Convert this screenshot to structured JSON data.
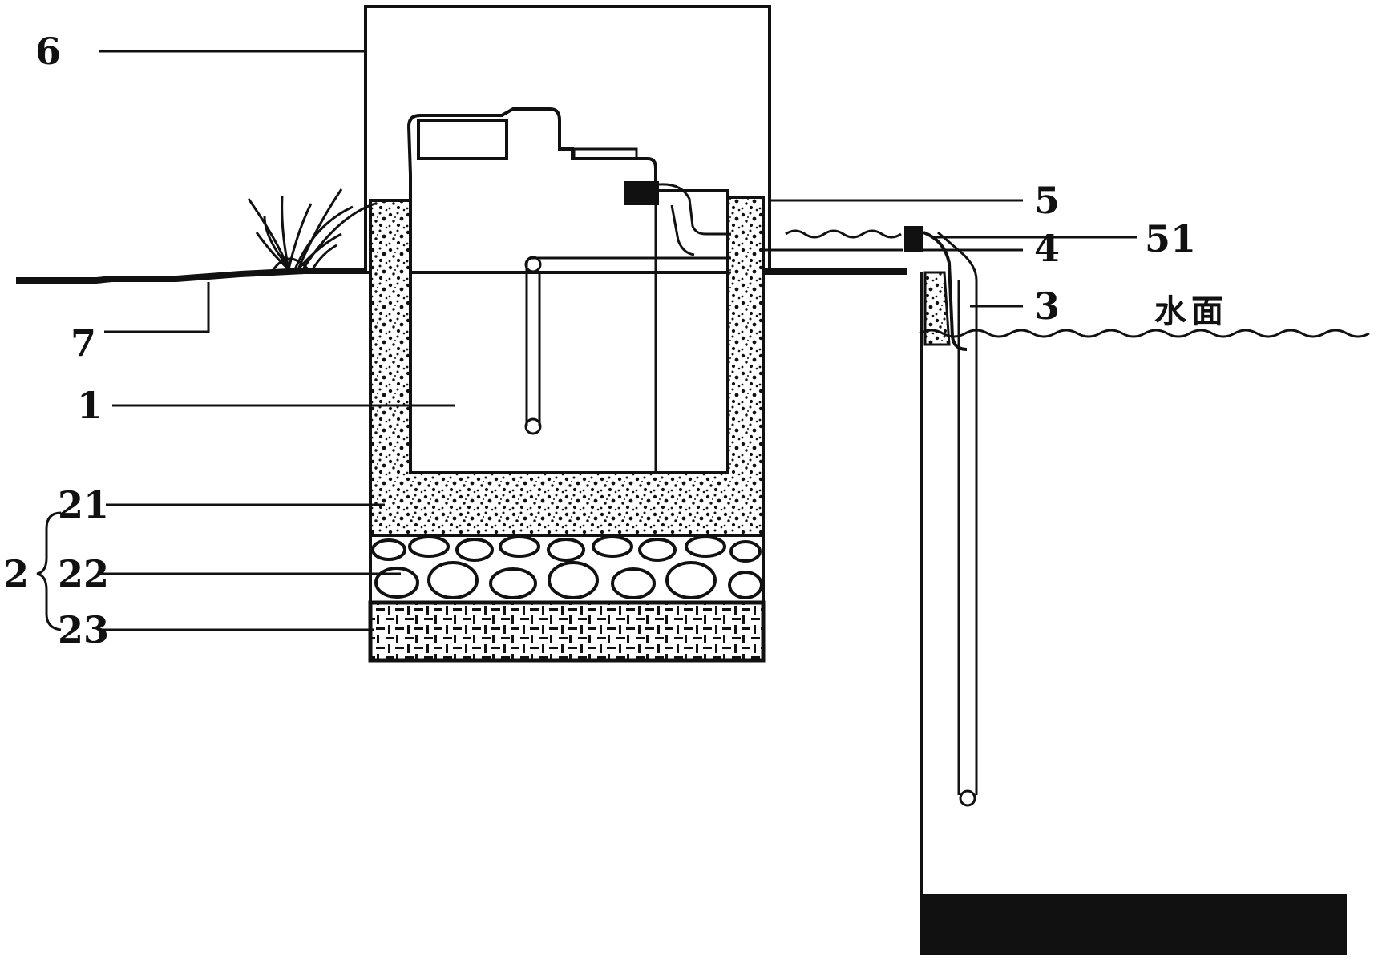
{
  "labels": {
    "six": "6",
    "five": "5",
    "fifty_one": "51",
    "four": "4",
    "three": "3",
    "seven": "7",
    "one": "1",
    "two": "2",
    "twenty_one": "21",
    "twenty_two": "22",
    "twenty_three": "23",
    "water_surface": "水面"
  },
  "colors": {
    "ink": "#111111",
    "paper": "#ffffff"
  }
}
